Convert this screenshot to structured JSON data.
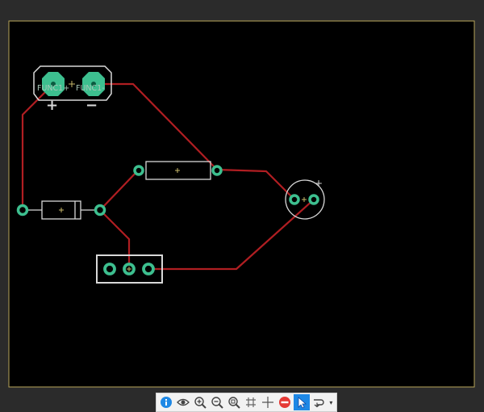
{
  "board": {
    "background": "#000000",
    "outline_color": "#b8a65a",
    "trace_color": "#b01e22",
    "pad_color": "#3dbf8f",
    "silk_color": "#d8d8d8"
  },
  "components": {
    "power_connector": {
      "pad_labels": [
        "FUNC1+",
        "FUNC1-"
      ],
      "polarity": [
        "+",
        "−"
      ]
    },
    "battery": {
      "polarity": "+"
    }
  },
  "toolbar": {
    "tools": [
      {
        "name": "info-button",
        "icon": "info-icon"
      },
      {
        "name": "view-button",
        "icon": "eye-icon"
      },
      {
        "name": "zoom-in-button",
        "icon": "zoom-in-icon"
      },
      {
        "name": "zoom-out-button",
        "icon": "zoom-out-icon"
      },
      {
        "name": "zoom-fit-button",
        "icon": "zoom-fit-icon"
      },
      {
        "name": "grid-button",
        "icon": "grid-icon"
      },
      {
        "name": "crosshair-button",
        "icon": "crosshair-icon"
      },
      {
        "name": "delete-button",
        "icon": "no-entry-icon"
      },
      {
        "name": "select-button",
        "icon": "cursor-icon",
        "active": true
      },
      {
        "name": "route-button",
        "icon": "route-icon"
      }
    ]
  }
}
